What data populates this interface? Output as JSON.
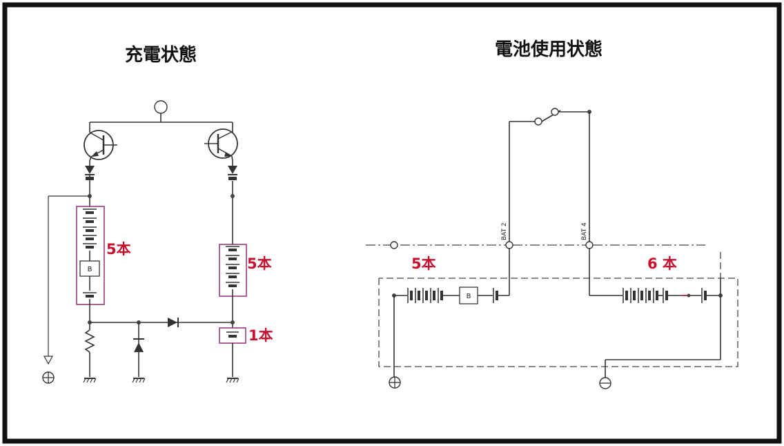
{
  "colors": {
    "frame": "#111111",
    "accent": "#c8102e",
    "wire": "#333333",
    "highlight_box": "#9b3a7e"
  },
  "left_panel": {
    "title": "充電状態",
    "battery_group_1_count": "5本",
    "battery_group_2_count": "5本",
    "battery_group_3_count": "1本",
    "battery_label": "B"
  },
  "right_panel": {
    "title": "電池使用状態",
    "pin_1": "BAT 2",
    "pin_2": "BAT 4",
    "left_group_count": "5本",
    "right_group_count": "6 本",
    "battery_label": "B"
  }
}
